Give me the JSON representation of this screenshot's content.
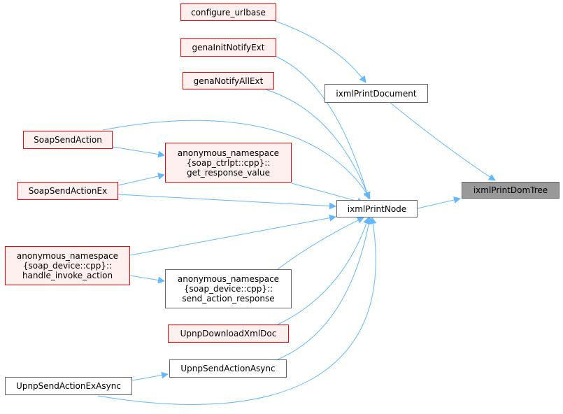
{
  "diagram": {
    "nodes": [
      {
        "id": "target",
        "lines": [
          "ixmlPrintDomTree"
        ],
        "style": "focus"
      },
      {
        "id": "printdoc",
        "lines": [
          "ixmlPrintDocument"
        ],
        "style": "normal"
      },
      {
        "id": "printnode",
        "lines": [
          "ixmlPrintNode"
        ],
        "style": "normal"
      },
      {
        "id": "urlbase",
        "lines": [
          "configure_urlbase"
        ],
        "style": "red"
      },
      {
        "id": "genainit",
        "lines": [
          "genaInitNotifyExt"
        ],
        "style": "red"
      },
      {
        "id": "genanotify",
        "lines": [
          "genaNotifyAllExt"
        ],
        "style": "red"
      },
      {
        "id": "soapsend",
        "lines": [
          "SoapSendAction"
        ],
        "style": "red"
      },
      {
        "id": "getresp",
        "lines": [
          "anonymous_namespace",
          "{soap_ctrlpt::cpp}::",
          "get_response_value"
        ],
        "style": "red"
      },
      {
        "id": "soapsendex",
        "lines": [
          "SoapSendActionEx"
        ],
        "style": "red"
      },
      {
        "id": "handleinvoke",
        "lines": [
          "anonymous_namespace",
          "{soap_device::cpp}::",
          "handle_invoke_action"
        ],
        "style": "red"
      },
      {
        "id": "sendresp",
        "lines": [
          "anonymous_namespace",
          "{soap_device::cpp}::",
          "send_action_response"
        ],
        "style": "normal"
      },
      {
        "id": "download",
        "lines": [
          "UpnpDownloadXmlDoc"
        ],
        "style": "red"
      },
      {
        "id": "async",
        "lines": [
          "UpnpSendActionAsync"
        ],
        "style": "normal"
      },
      {
        "id": "asyncex",
        "lines": [
          "UpnpSendActionExAsync"
        ],
        "style": "normal"
      }
    ],
    "edges": [
      {
        "from": "printdoc",
        "to": "target"
      },
      {
        "from": "printnode",
        "to": "target"
      },
      {
        "from": "urlbase",
        "to": "printdoc"
      },
      {
        "from": "genainit",
        "to": "printnode"
      },
      {
        "from": "genanotify",
        "to": "printnode"
      },
      {
        "from": "soapsend",
        "to": "printnode"
      },
      {
        "from": "soapsend",
        "to": "getresp"
      },
      {
        "from": "getresp",
        "to": "printnode"
      },
      {
        "from": "soapsendex",
        "to": "getresp"
      },
      {
        "from": "soapsendex",
        "to": "printnode"
      },
      {
        "from": "handleinvoke",
        "to": "printnode"
      },
      {
        "from": "handleinvoke",
        "to": "sendresp"
      },
      {
        "from": "sendresp",
        "to": "printnode"
      },
      {
        "from": "download",
        "to": "printnode"
      },
      {
        "from": "async",
        "to": "printnode"
      },
      {
        "from": "asyncex",
        "to": "async"
      },
      {
        "from": "asyncex",
        "to": "printnode"
      }
    ],
    "colors": {
      "edge": "#63b8ff",
      "node_border": "#666666",
      "red_border": "#ff0000",
      "red_fill": "#fff0f0",
      "focus_fill": "#999999"
    }
  }
}
